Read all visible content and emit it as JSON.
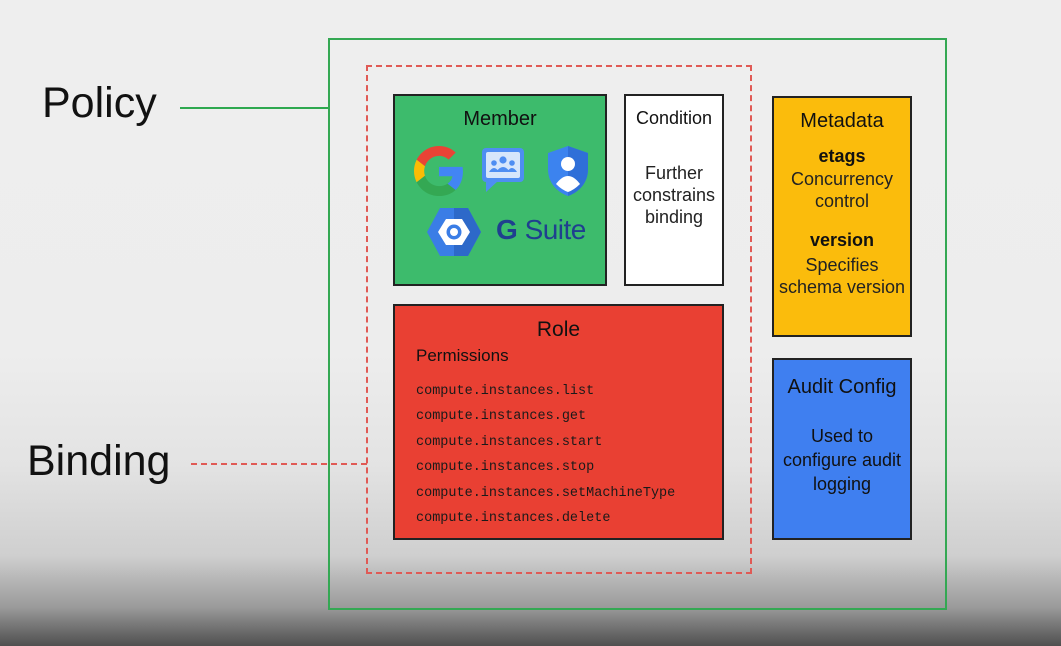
{
  "labels": {
    "policy": "Policy",
    "binding": "Binding"
  },
  "member": {
    "title": "Member",
    "icons": [
      "google-g-icon",
      "google-groups-icon",
      "service-account-shield-icon",
      "cloud-hexagon-icon",
      "g-suite-logo"
    ],
    "logo_text_g": "G",
    "logo_text_suite": "Suite"
  },
  "condition": {
    "title": "Condition",
    "description": "Further constrains binding"
  },
  "metadata": {
    "title": "Metadata",
    "etags_label": "etags",
    "etags_description": "Concurrency control",
    "version_label": "version",
    "version_description": "Specifies schema version"
  },
  "role": {
    "title": "Role",
    "permissions_label": "Permissions",
    "permissions": [
      "compute.instances.list",
      "compute.instances.get",
      "compute.instances.start",
      "compute.instances.stop",
      "compute.instances.setMachineType",
      "compute.instances.delete"
    ]
  },
  "audit": {
    "title": "Audit Config",
    "description": "Used to configure audit logging"
  },
  "colors": {
    "policy_border": "#34a853",
    "binding_border": "#e05a55",
    "member_bg": "#3dbb6c",
    "condition_bg": "#ffffff",
    "metadata_bg": "#fbbc0c",
    "role_bg": "#e94033",
    "audit_bg": "#3f7ff0"
  }
}
